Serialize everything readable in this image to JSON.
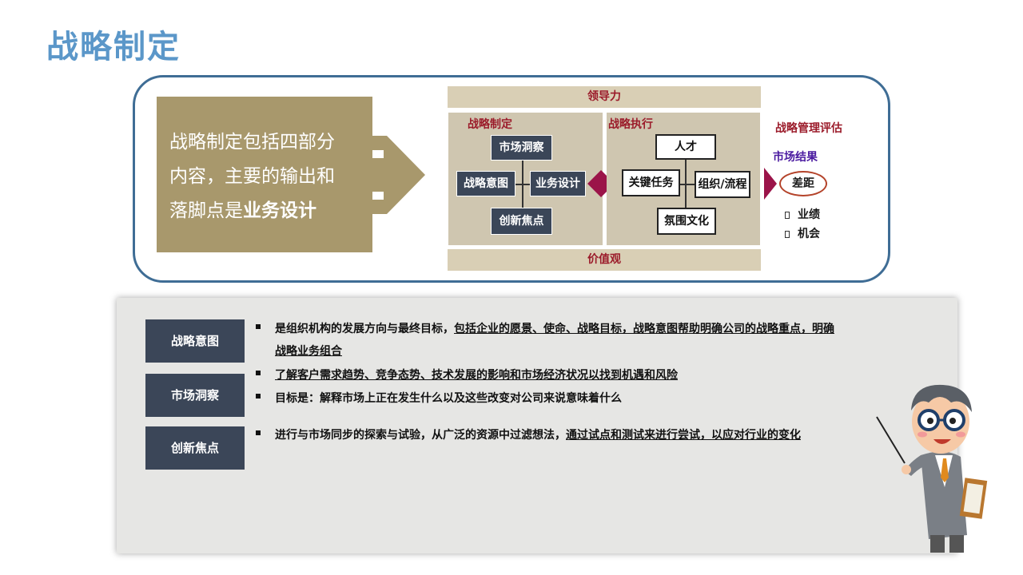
{
  "page": {
    "title": "战略制定"
  },
  "summary": {
    "line1": "战略制定包括四部分",
    "line2": "内容，主要的输出和",
    "line3_plain": "落脚点是",
    "line3_bold": "业务设计"
  },
  "framework": {
    "top_band": "领导力",
    "bottom_band": "价值观",
    "formulation": {
      "label": "战略制定",
      "nodes": {
        "top": "市场洞察",
        "left": "战略意图",
        "right": "业务设计",
        "bottom": "创新焦点"
      }
    },
    "execution": {
      "label": "战略执行",
      "nodes": {
        "top": "人才",
        "left": "关键任务",
        "right": "组织/流程",
        "bottom": "氛围文化"
      }
    },
    "evaluation": {
      "label": "战略管理评估",
      "market_result": "市场结果",
      "gap": "差距",
      "items": [
        "业绩",
        "机会"
      ]
    },
    "colors": {
      "accent": "#9b1449",
      "dark_node": "#3b4658",
      "band": "#d9cfb5",
      "summary": "#a8986c"
    }
  },
  "details": [
    {
      "tag": "战略意图",
      "bullets": [
        {
          "plain": "是组织机构的发展方向与最终目标，",
          "underlined": "包括企业的愿景、使命、战略目标，战略意图帮助明确公司的战略重点，明确战略业务组合"
        }
      ]
    },
    {
      "tag": "市场洞察",
      "bullets": [
        {
          "plain": "",
          "underlined": "了解客户需求趋势、竞争态势、技术发展的影响和市场经济状况以找到机遇和风险"
        },
        {
          "plain": "目标是：解释市场上正在发生什么以及这些改变对公司来说意味着什么",
          "underlined": ""
        }
      ]
    },
    {
      "tag": "创新焦点",
      "bullets": [
        {
          "plain": "进行与市场同步的探索与试验，从广泛的资源中过滤想法，",
          "underlined": "通过试点和测试来进行尝试，以应对行业的变化"
        }
      ]
    }
  ],
  "icons": [
    "chevron-right-arrow-icon",
    "diamond-connector-icon",
    "triangle-pointer-icon",
    "checkbox-icon",
    "teacher-mascot-icon"
  ]
}
